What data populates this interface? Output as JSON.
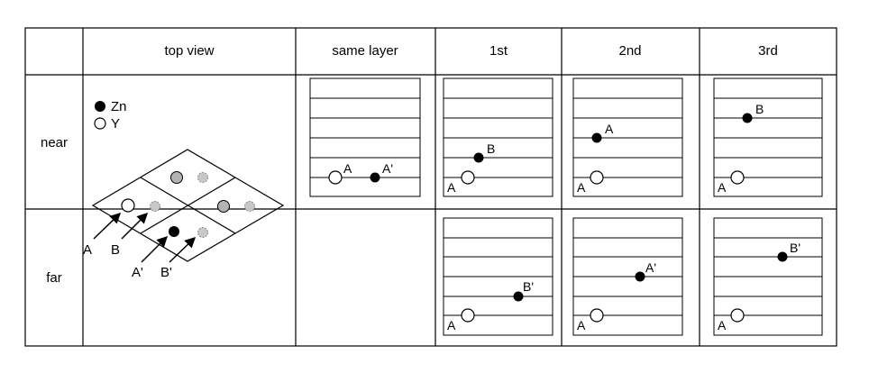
{
  "header": {
    "top_view": "top view",
    "same_layer": "same layer",
    "first": "1st",
    "second": "2nd",
    "third": "3rd"
  },
  "rows": {
    "near": "near",
    "far": "far"
  },
  "legend": {
    "zn": "Zn",
    "y": "Y"
  },
  "top_view_labels": {
    "a": "A",
    "b": "B",
    "a_prime": "A'",
    "b_prime": "B'"
  },
  "panels": {
    "near_same_layer": {
      "label_1": "A",
      "label_2": "A'"
    },
    "near_first": {
      "label_1": "A",
      "label_2": "B"
    },
    "near_second": {
      "label_1": "A",
      "label_2": "A"
    },
    "near_third": {
      "label_1": "A",
      "label_2": "B"
    },
    "far_first": {
      "label_1": "A",
      "label_2": "B'"
    },
    "far_second": {
      "label_1": "A",
      "label_2": "A'"
    },
    "far_third": {
      "label_1": "A",
      "label_2": "B'"
    }
  },
  "colors": {
    "zn_atom": "#000000",
    "y_atom": "#ffffff",
    "gray_atom": "#b3b3b3",
    "line": "#000000"
  }
}
